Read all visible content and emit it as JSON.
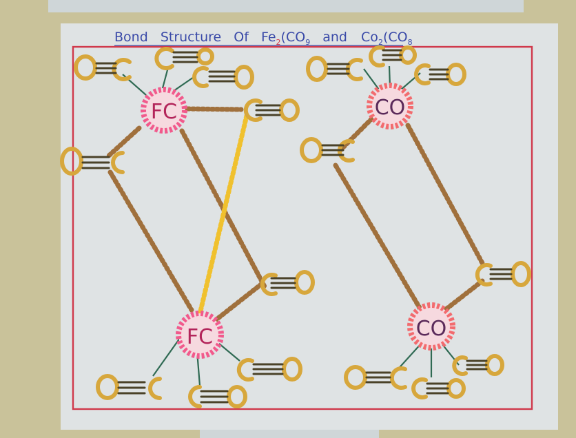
{
  "poster": {
    "title_parts": [
      "Bond",
      "Structure",
      "Of",
      "Fe",
      "2",
      "(CO",
      "9",
      "and",
      "Co",
      "2",
      "(CO",
      "8"
    ],
    "atom_labels": {
      "fe_top": "FC",
      "fe_bottom": "FC",
      "co_top": "CO",
      "co_bottom": "CO"
    },
    "colors": {
      "paper": "#dfe3e4",
      "border_red": "#d0394b",
      "ink_blue": "#3a4aa8",
      "bead_gold": "#d7a73c",
      "bead_brown": "#a0703c",
      "bead_yellow": "#f0c12e",
      "bead_pink": "#f15a8c",
      "stick_green": "#2f6a53"
    }
  }
}
